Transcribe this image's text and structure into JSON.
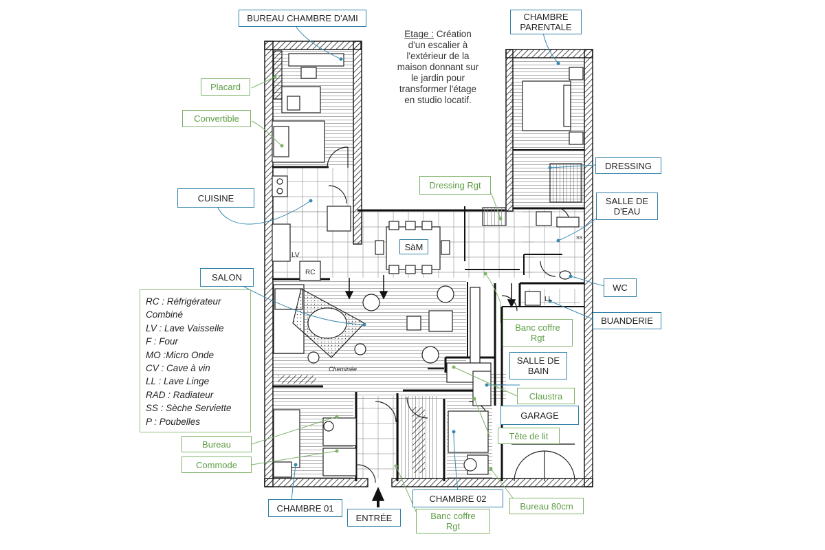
{
  "title": "",
  "colors": {
    "wall": "#1a1a1a",
    "room_label_border": "#2f7fa7",
    "furniture_label_border": "#7db267",
    "furniture_label_text": "#5d9d44"
  },
  "note": {
    "head": "Etage :",
    "body": " Création\nd'un escalier à\nl'extérieur de la\nmaison donnant sur\nle jardin pour\ntransformer l'étage\nen studio locatif."
  },
  "rooms": {
    "bureau_chambre_ami": "BUREAU CHAMBRE D'AMI",
    "chambre_parentale": "CHAMBRE\nPARENTALE",
    "dressing": "DRESSING",
    "salle_de_eau": "SALLE DE\nD'EAU",
    "wc": "WC",
    "buanderie": "BUANDERIE",
    "cuisine": "CUISINE",
    "salon": "SALON",
    "sam": "SàM",
    "salle_de_bain": "SALLE DE\nBAIN",
    "garage": "GARAGE",
    "chambre_01": "CHAMBRE 01",
    "chambre_02": "CHAMBRE 02",
    "entree": "ENTRÉE"
  },
  "furniture": {
    "placard": "Placard",
    "convertible": "Convertible",
    "dressing_rgt": "Dressing Rgt",
    "banc_coffre_rgt_1": "Banc coffre\nRgt",
    "claustra": "Claustra",
    "tete_de_lit": "Tête de lit",
    "bureau": "Bureau",
    "commode": "Commode",
    "bureau_80cm": "Bureau 80cm",
    "banc_coffre_rgt_2": "Banc coffre\nRgt"
  },
  "legend": [
    "RC : Réfrigérateur",
    "Combiné",
    "LV : Lave Vaisselle",
    "F : Four",
    "MO :Micro Onde",
    "CV : Cave à vin",
    "LL : Lave Linge",
    "RAD : Radiateur",
    "SS : Sèche Serviette",
    "P : Poubelles"
  ],
  "plan_marks": {
    "lv": "LV",
    "rc": "RC",
    "ll": "LL",
    "ss": "SS",
    "cheminee": "Cheminée"
  }
}
